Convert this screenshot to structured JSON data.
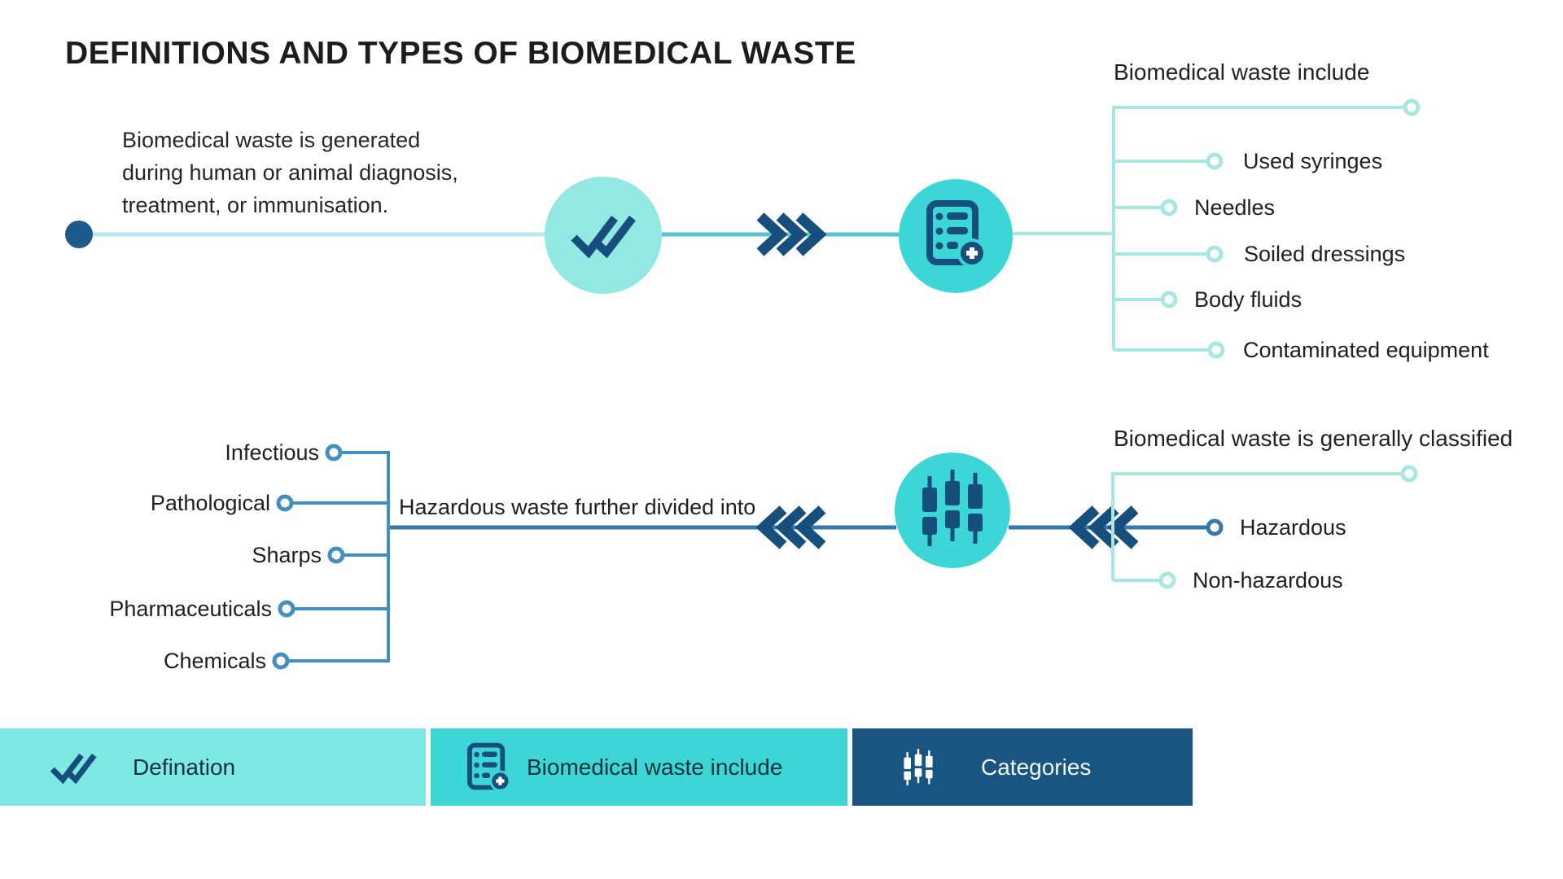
{
  "title": "DEFINITIONS AND TYPES OF BIOMEDICAL WASTE",
  "definition": {
    "lines": [
      "Biomedical waste is generated",
      "during human or animal diagnosis,",
      "treatment, or immunisation."
    ]
  },
  "include_tree": {
    "heading": "Biomedical waste include",
    "items": [
      "Used syringes",
      "Needles",
      "Soiled dressings",
      "Body fluids",
      "Contaminated equipment"
    ]
  },
  "classified_tree": {
    "heading": "Biomedical waste is generally classified",
    "items": [
      "Hazardous",
      "Non-hazardous"
    ]
  },
  "hazardous_tree": {
    "heading": "Hazardous waste further divided into",
    "items": [
      "Infectious",
      "Pathological",
      "Sharps",
      "Pharmaceuticals",
      "Chemicals"
    ]
  },
  "legend": {
    "segments": [
      {
        "label": "Defination",
        "icon": "double-check-icon",
        "bg": "#7ee9e2",
        "fg": "#16323e"
      },
      {
        "label": "Biomedical waste include",
        "icon": "clipboard-plus-icon",
        "bg": "#3dd6d6",
        "fg": "#16323e"
      },
      {
        "label": "Categories",
        "icon": "sliders-icon",
        "bg": "#1a5480",
        "fg": "#f2fbfd"
      }
    ]
  },
  "icons": {
    "definition_step": "double-check-icon",
    "include_step": "clipboard-plus-icon",
    "categories_step": "sliders-icon",
    "flow_right": "triple-chevron-right-icon",
    "flow_left": "triple-chevron-left-icon"
  },
  "colors": {
    "legend_light": "#7ee9e2",
    "legend_teal": "#3dd6d6",
    "legend_navy": "#1a5480",
    "line_pale_cyan": "#b9e5ec",
    "line_teal": "#55c4d0",
    "tree_teal": "#a6e7e1",
    "tree_blue": "#4190c0",
    "connector_blue": "#3579ae",
    "icon_navy": "#174f7c",
    "start_dot_blue": "#1d5a8c",
    "circle_light_teal": "#93e8e3"
  }
}
